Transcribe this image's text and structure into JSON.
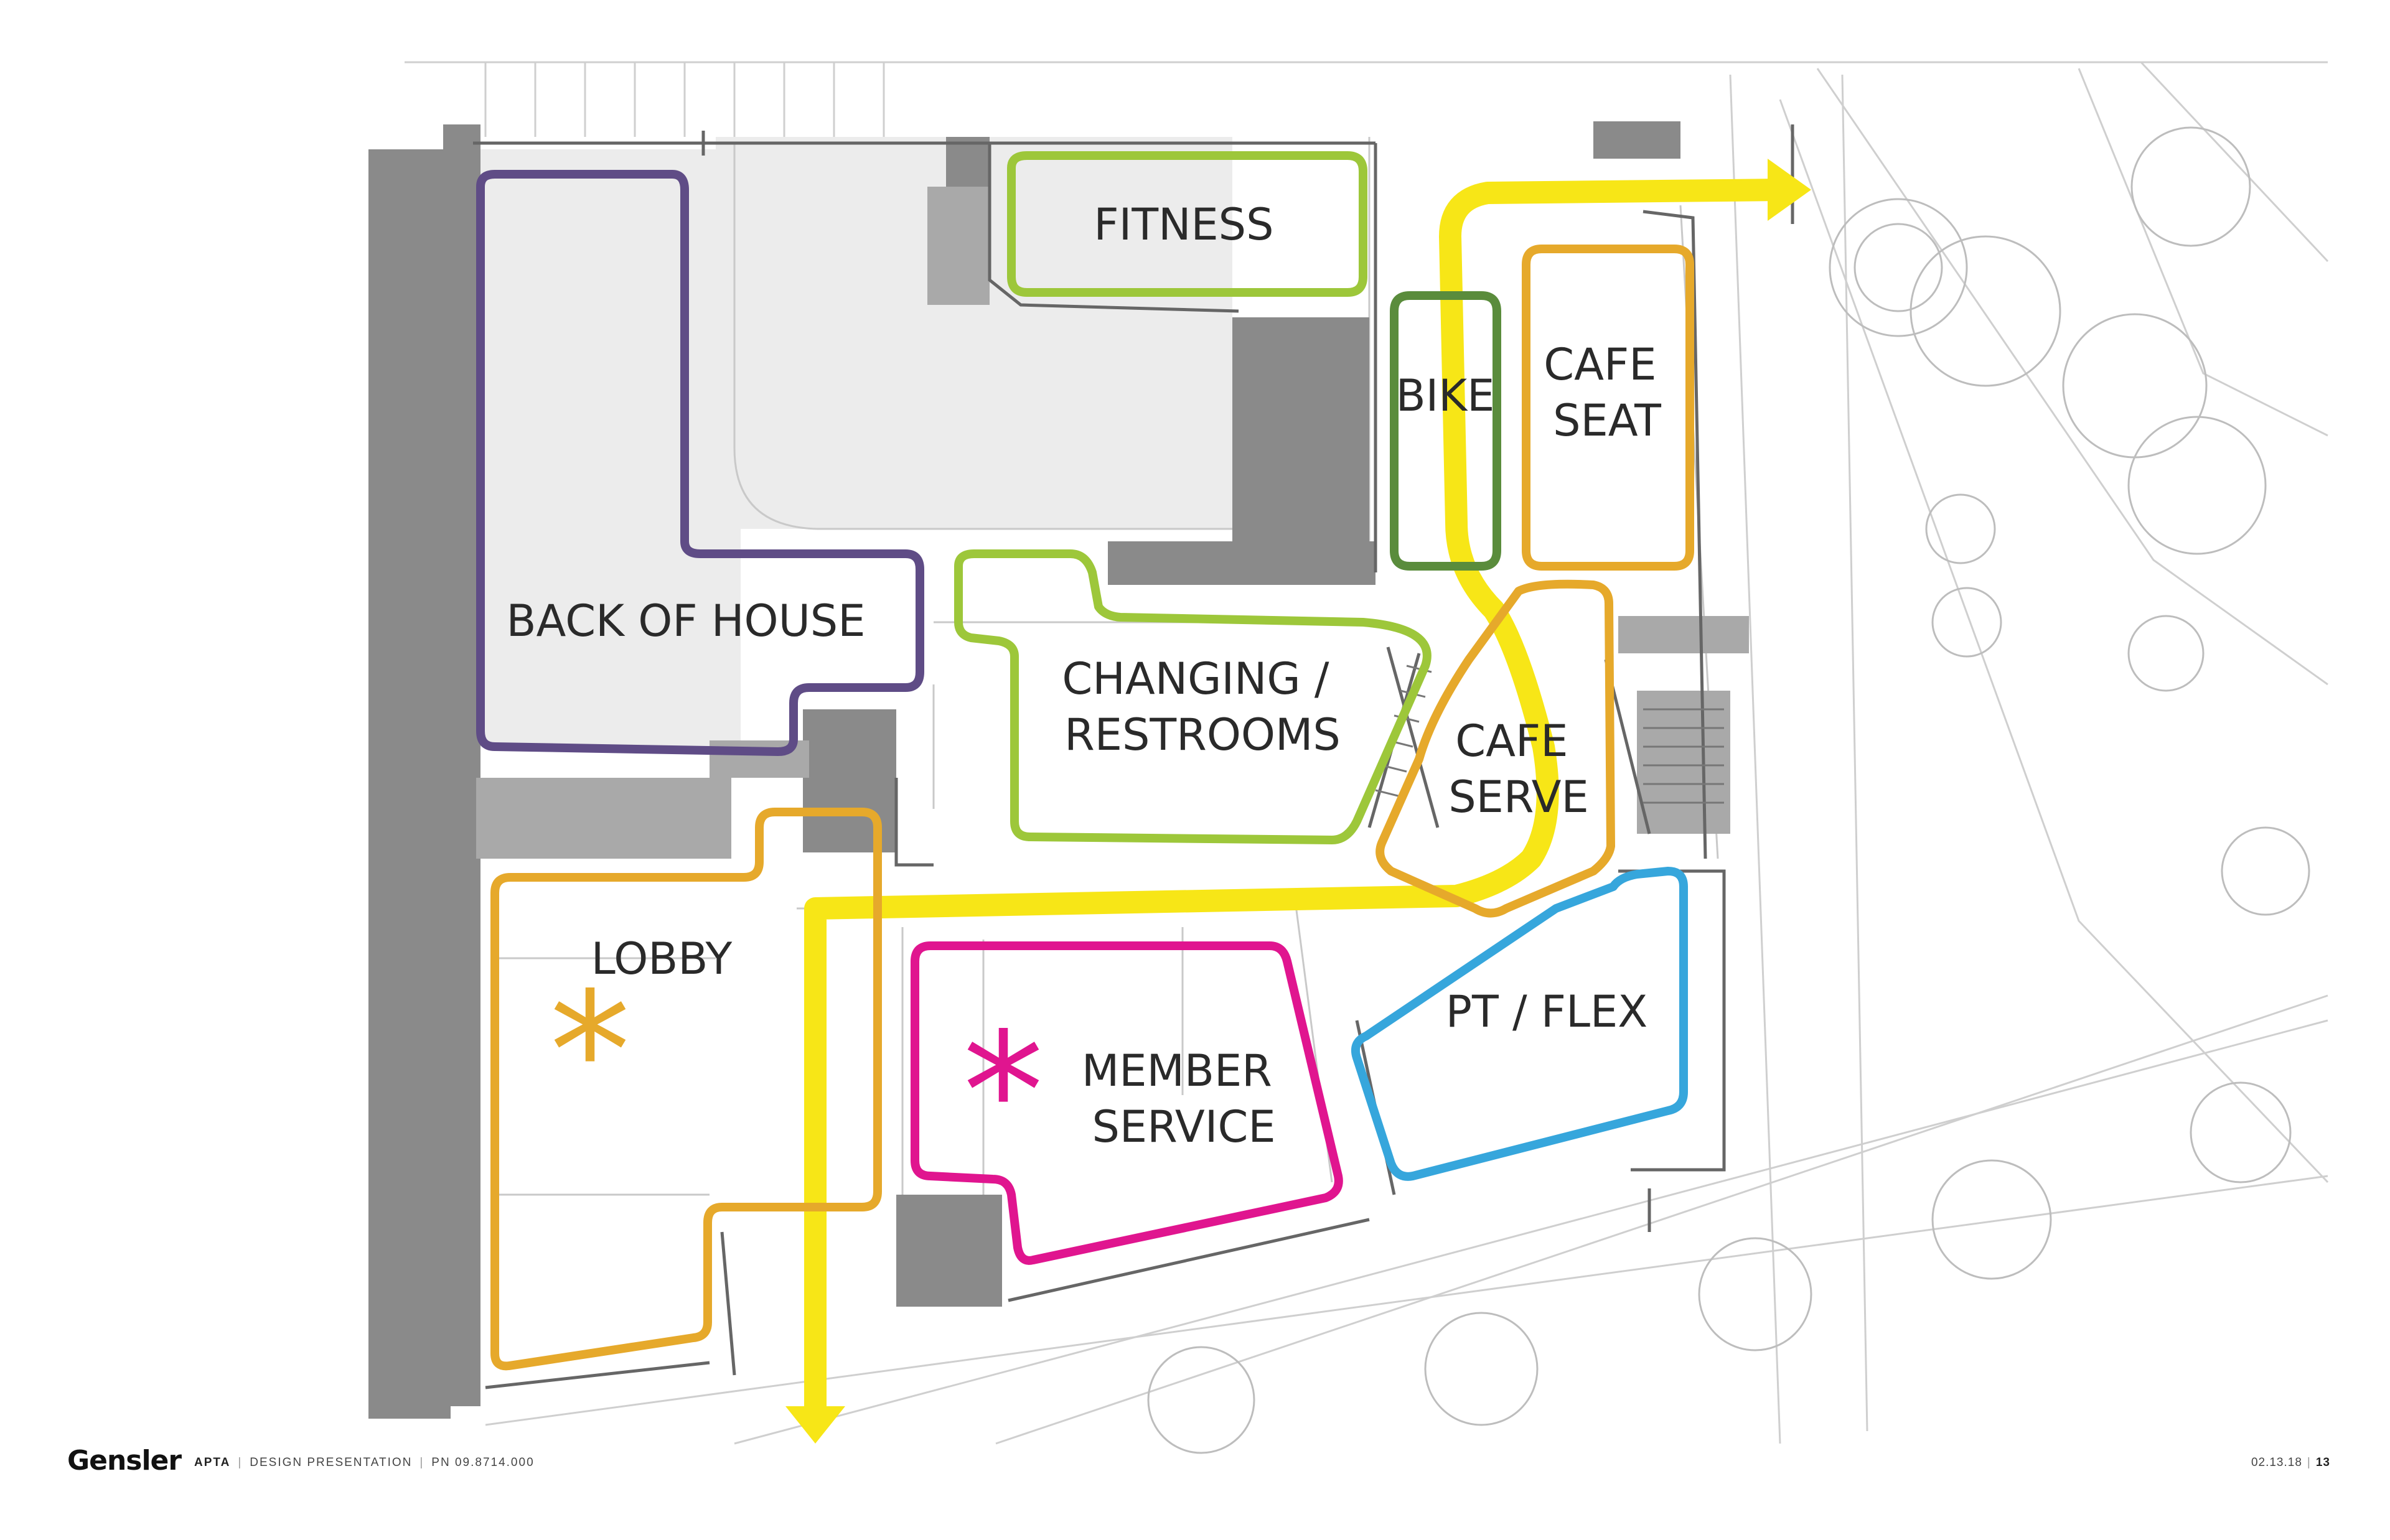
{
  "zones": [
    {
      "id": "fitness",
      "lines": [
        "FITNESS"
      ],
      "color": "#9dc73a"
    },
    {
      "id": "bike",
      "lines": [
        "BIKE"
      ],
      "color": "#5a8c3c"
    },
    {
      "id": "cafe-seat",
      "lines": [
        "CAFE",
        "SEAT"
      ],
      "color": "#e6a92b"
    },
    {
      "id": "back-of-house",
      "lines": [
        "BACK OF HOUSE"
      ],
      "color": "#5f4c86"
    },
    {
      "id": "changing-restrooms",
      "lines": [
        "CHANGING /",
        "RESTROOMS"
      ],
      "color": "#9dc73a"
    },
    {
      "id": "cafe-serve",
      "lines": [
        "CAFE",
        "SERVE"
      ],
      "color": "#e6a92b"
    },
    {
      "id": "lobby",
      "lines": [
        "LOBBY"
      ],
      "color": "#e6a92b"
    },
    {
      "id": "member-service",
      "lines": [
        "MEMBER",
        "SERVICE"
      ],
      "color": "#e0158f"
    },
    {
      "id": "pt-flex",
      "lines": [
        "PT / FLEX"
      ],
      "color": "#36a6dc"
    }
  ],
  "circulation_color": "#f7e617",
  "footer": {
    "brand": "Gensler",
    "project": "APTA",
    "doc_type": "DESIGN PRESENTATION",
    "project_number": "PN 09.8714.000",
    "date": "02.13.18",
    "page": "13"
  }
}
